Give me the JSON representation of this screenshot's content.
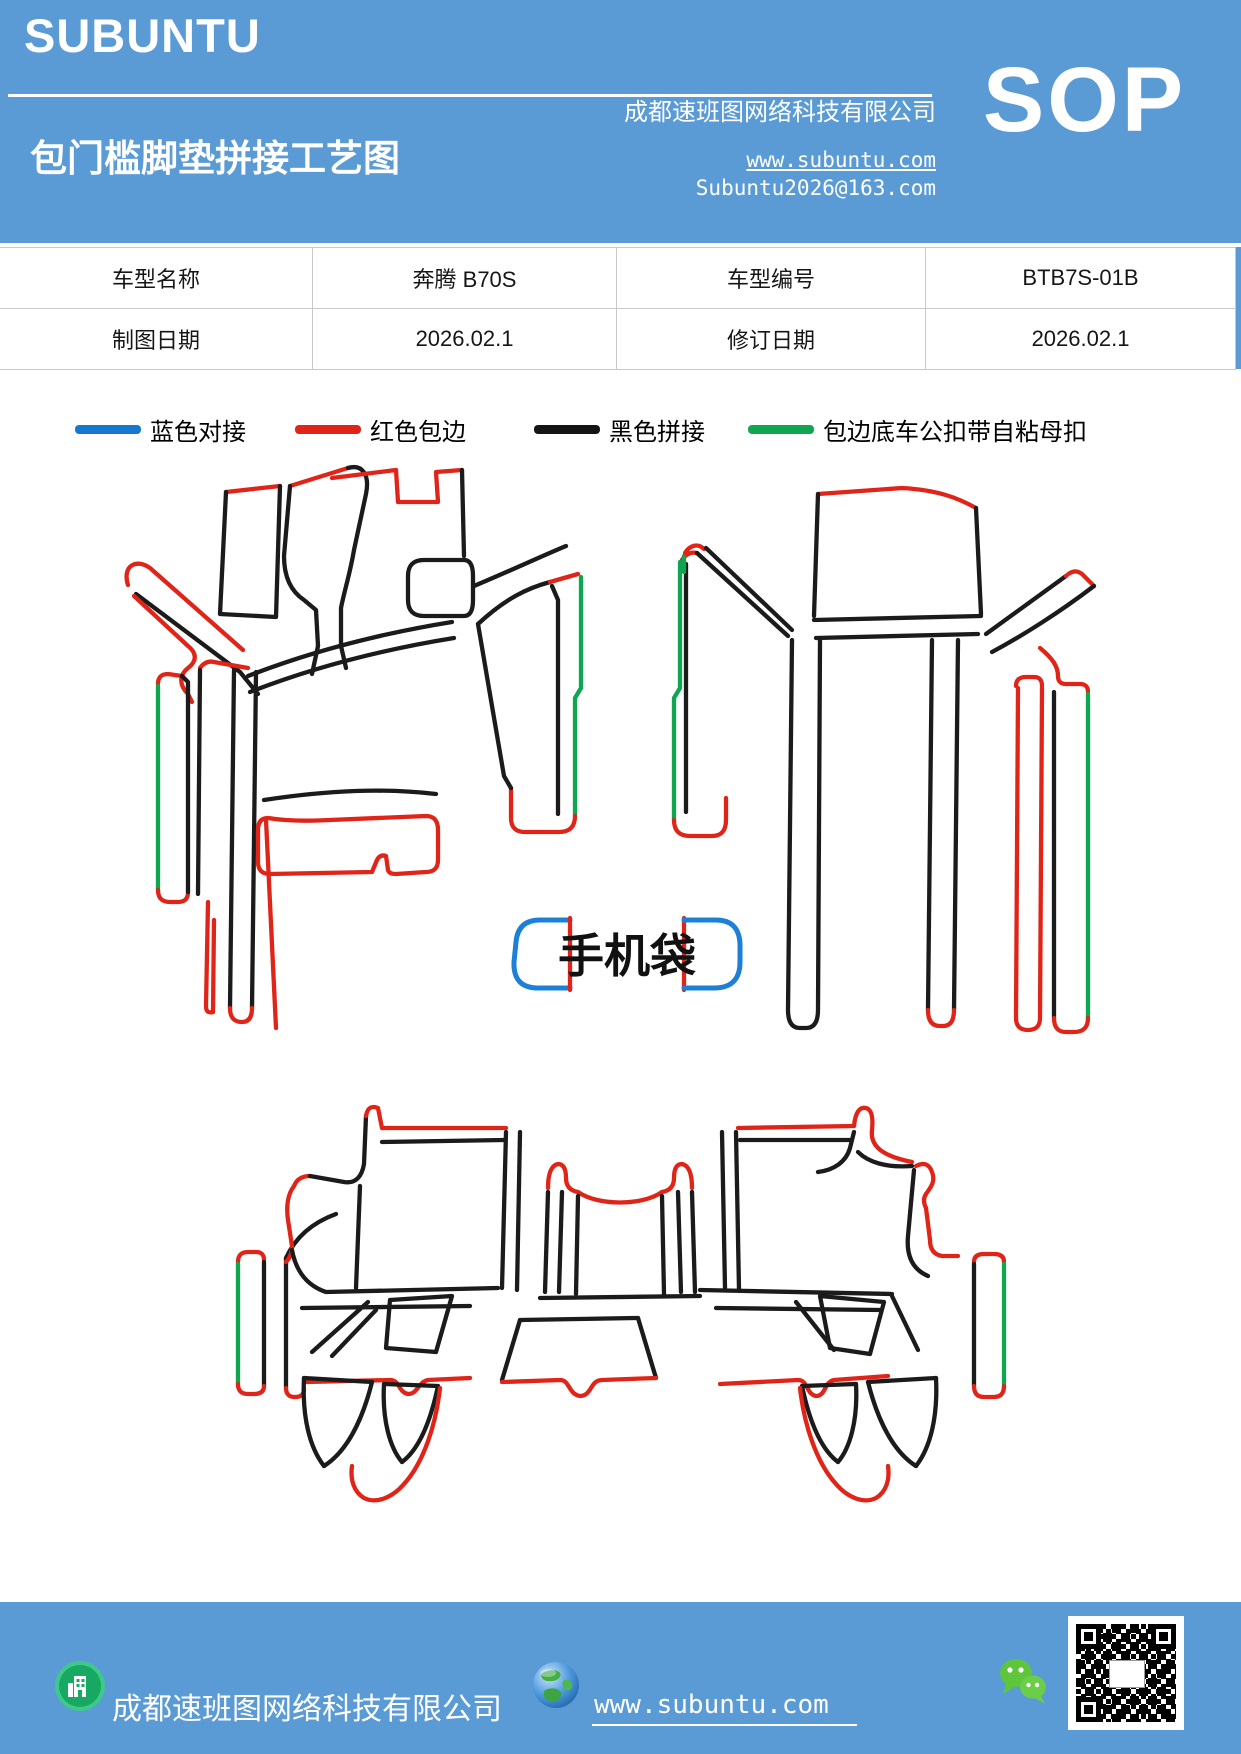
{
  "header": {
    "logo": "SUBUNTU",
    "title": "包门槛脚垫拼接工艺图",
    "company": "成都速班图网络科技有限公司",
    "website": "www.subuntu.com",
    "email": "Subuntu2026@163.com",
    "sop": "SOP",
    "band_color": "#5b9bd5"
  },
  "info_table": {
    "rows": [
      [
        "车型名称",
        "奔腾 B70S",
        "车型编号",
        "BTB7S-01B"
      ],
      [
        "制图日期",
        "2026.02.1",
        "修订日期",
        "2026.02.1"
      ]
    ]
  },
  "legend": {
    "items": [
      {
        "label": "蓝色对接",
        "color": "#1778d0"
      },
      {
        "label": "红色包边",
        "color": "#e02418"
      },
      {
        "label": "黑色拼接",
        "color": "#141414"
      },
      {
        "label": "包边底车公扣带自粘母扣",
        "color": "#0fa652"
      }
    ]
  },
  "diagram": {
    "phone_bag_label": "手机袋",
    "stroke_colors": {
      "black_splice": "#1b1b1b",
      "red_edging": "#e02418",
      "green_snap_edging": "#0fa652",
      "blue_butt_joint": "#1b80d6"
    }
  },
  "footer": {
    "company": "成都速班图网络科技有限公司",
    "website": "www.subuntu.com"
  }
}
